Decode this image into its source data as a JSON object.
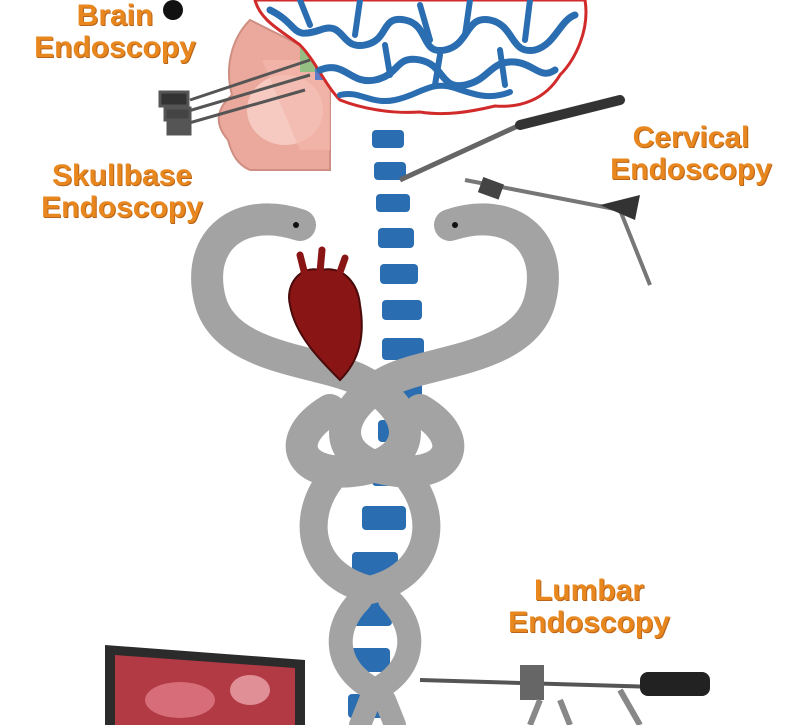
{
  "labels": {
    "brain": {
      "line1": "Brain",
      "line2": "Endoscopy"
    },
    "skullbase": {
      "line1": "Skullbase",
      "line2": "Endoscopy"
    },
    "cervical": {
      "line1": "Cervical",
      "line2": "Endoscopy"
    },
    "lumbar": {
      "line1": "Lumbar",
      "line2": "Endoscopy"
    }
  },
  "colors": {
    "label_orange": "#e8871e",
    "caduceus_gray": "#a3a3a3",
    "spine_blue": "#2a6db0",
    "brain_red": "#d12a2a",
    "heart_red": "#8a1515",
    "face_skin": "#e8a49a"
  },
  "icons": [
    "brain-illustration",
    "head-profile-illustration",
    "caduceus-staff",
    "heart-illustration",
    "spine-vertebrae",
    "endoscope-instrument",
    "video-monitor"
  ]
}
